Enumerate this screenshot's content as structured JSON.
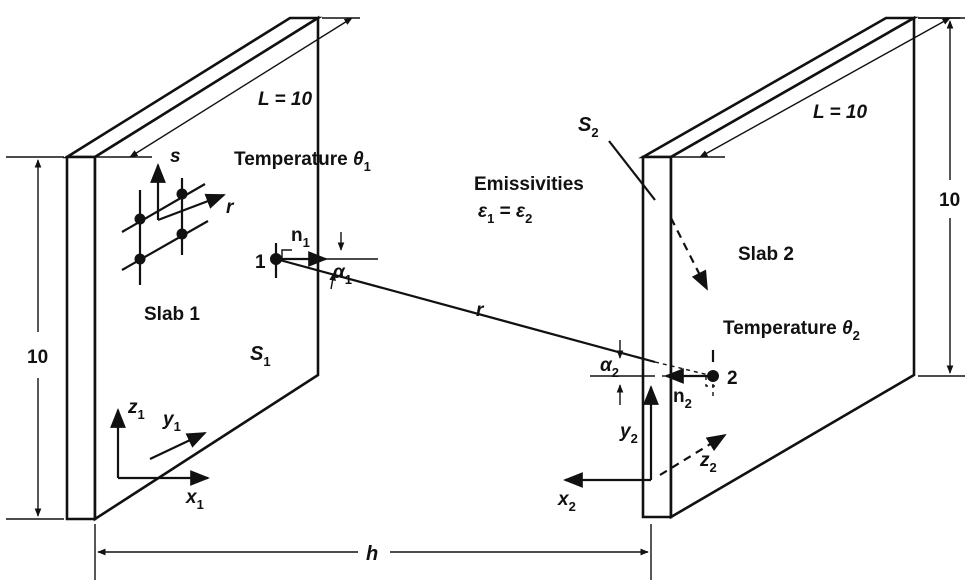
{
  "labels": {
    "length_left": "L = 10",
    "length_right": "L = 10",
    "temp1_word": "Temperature ",
    "temp1_sym": "θ",
    "temp1_sub": "1",
    "temp2_word": "Temperature ",
    "temp2_sym": "θ",
    "temp2_sub": "2",
    "emissivities": "Emissivities",
    "emis_eq_e1": "ε",
    "emis_eq_s1": "1",
    "emis_eq_mid": " = ",
    "emis_eq_e2": "ε",
    "emis_eq_s2": "2",
    "slab1": "Slab 1",
    "slab2": "Slab 2",
    "s1_sym": "S",
    "s1_sub": "1",
    "s2_sym": "S",
    "s2_sub": "2",
    "height_left": "10",
    "height_right": "10",
    "gap": "h",
    "s_axis": "s",
    "r_axis": "r",
    "r_line": "r",
    "point1": "1",
    "point2": "2",
    "n1_sym": "n",
    "n1_sub": "1",
    "n2_sym": "n",
    "n2_sub": "2",
    "alpha1_sym": "α",
    "alpha1_sub": "1",
    "alpha2_sym": "α",
    "alpha2_sub": "2",
    "x1_sym": "x",
    "x1_sub": "1",
    "y1_sym": "y",
    "y1_sub": "1",
    "z1_sym": "z",
    "z1_sub": "1",
    "x2_sym": "x",
    "x2_sub": "2",
    "y2_sym": "y",
    "y2_sub": "2",
    "z2_sym": "z",
    "z2_sub": "2"
  }
}
